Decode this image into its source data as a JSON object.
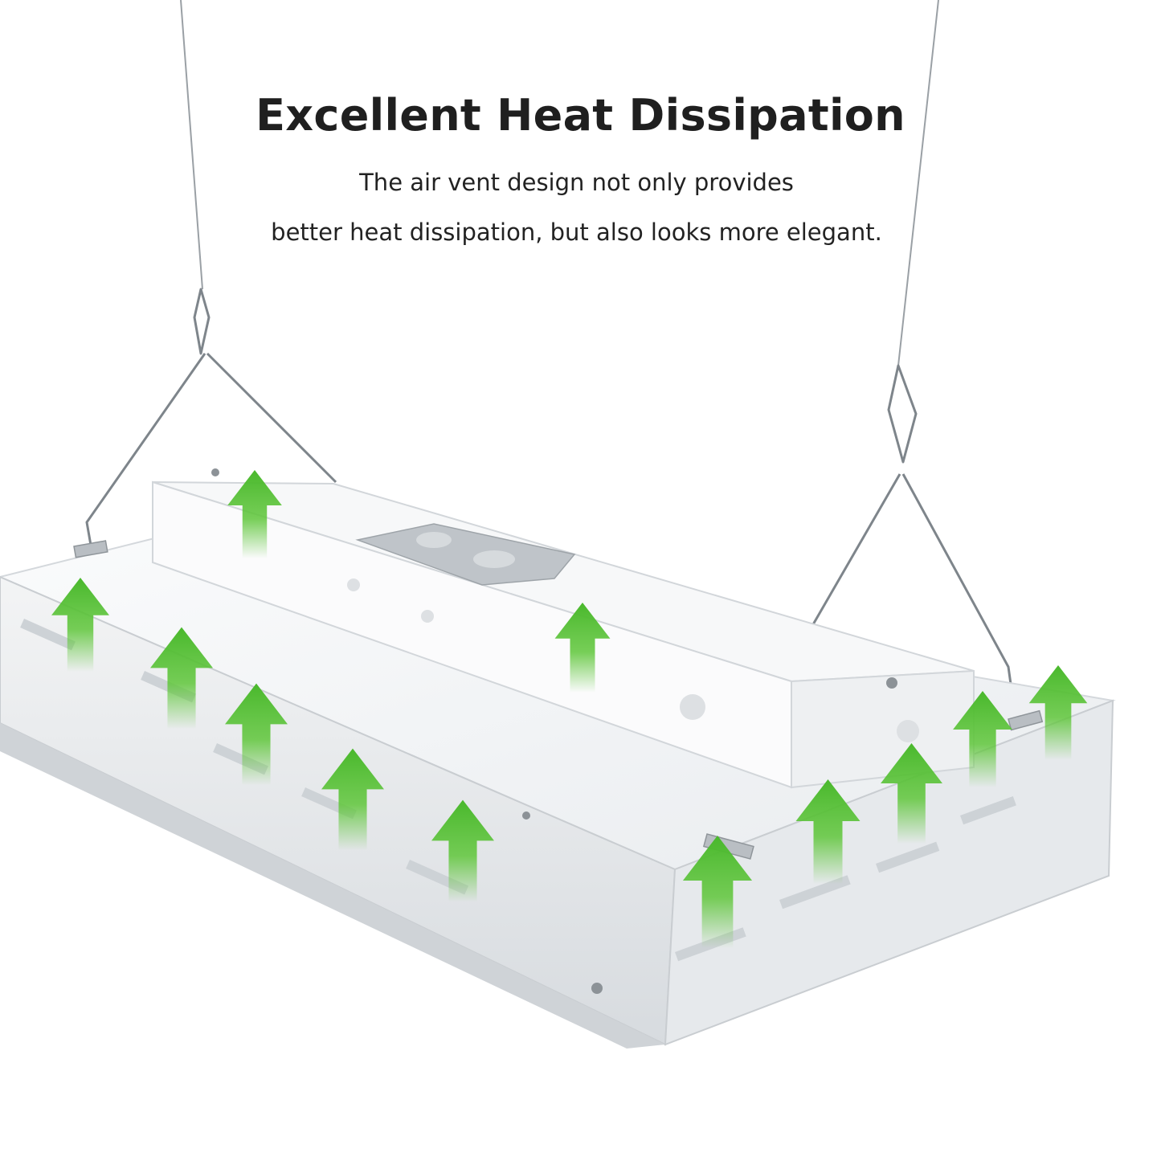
{
  "header": {
    "title": "Excellent Heat Dissipation",
    "line1": "The air vent design not only provides",
    "line2": "better heat dissipation, but also looks more elegant."
  },
  "colors": {
    "accent": "#5fc63a",
    "panel": "#f4f5f6",
    "edge": "#c9cdd1",
    "wire": "#8a8f94"
  },
  "illustration": {
    "subject": "LED linear high bay light fixture suspended by two steel wire hangers",
    "arrow_icon": "upward-green-airflow-arrow"
  }
}
